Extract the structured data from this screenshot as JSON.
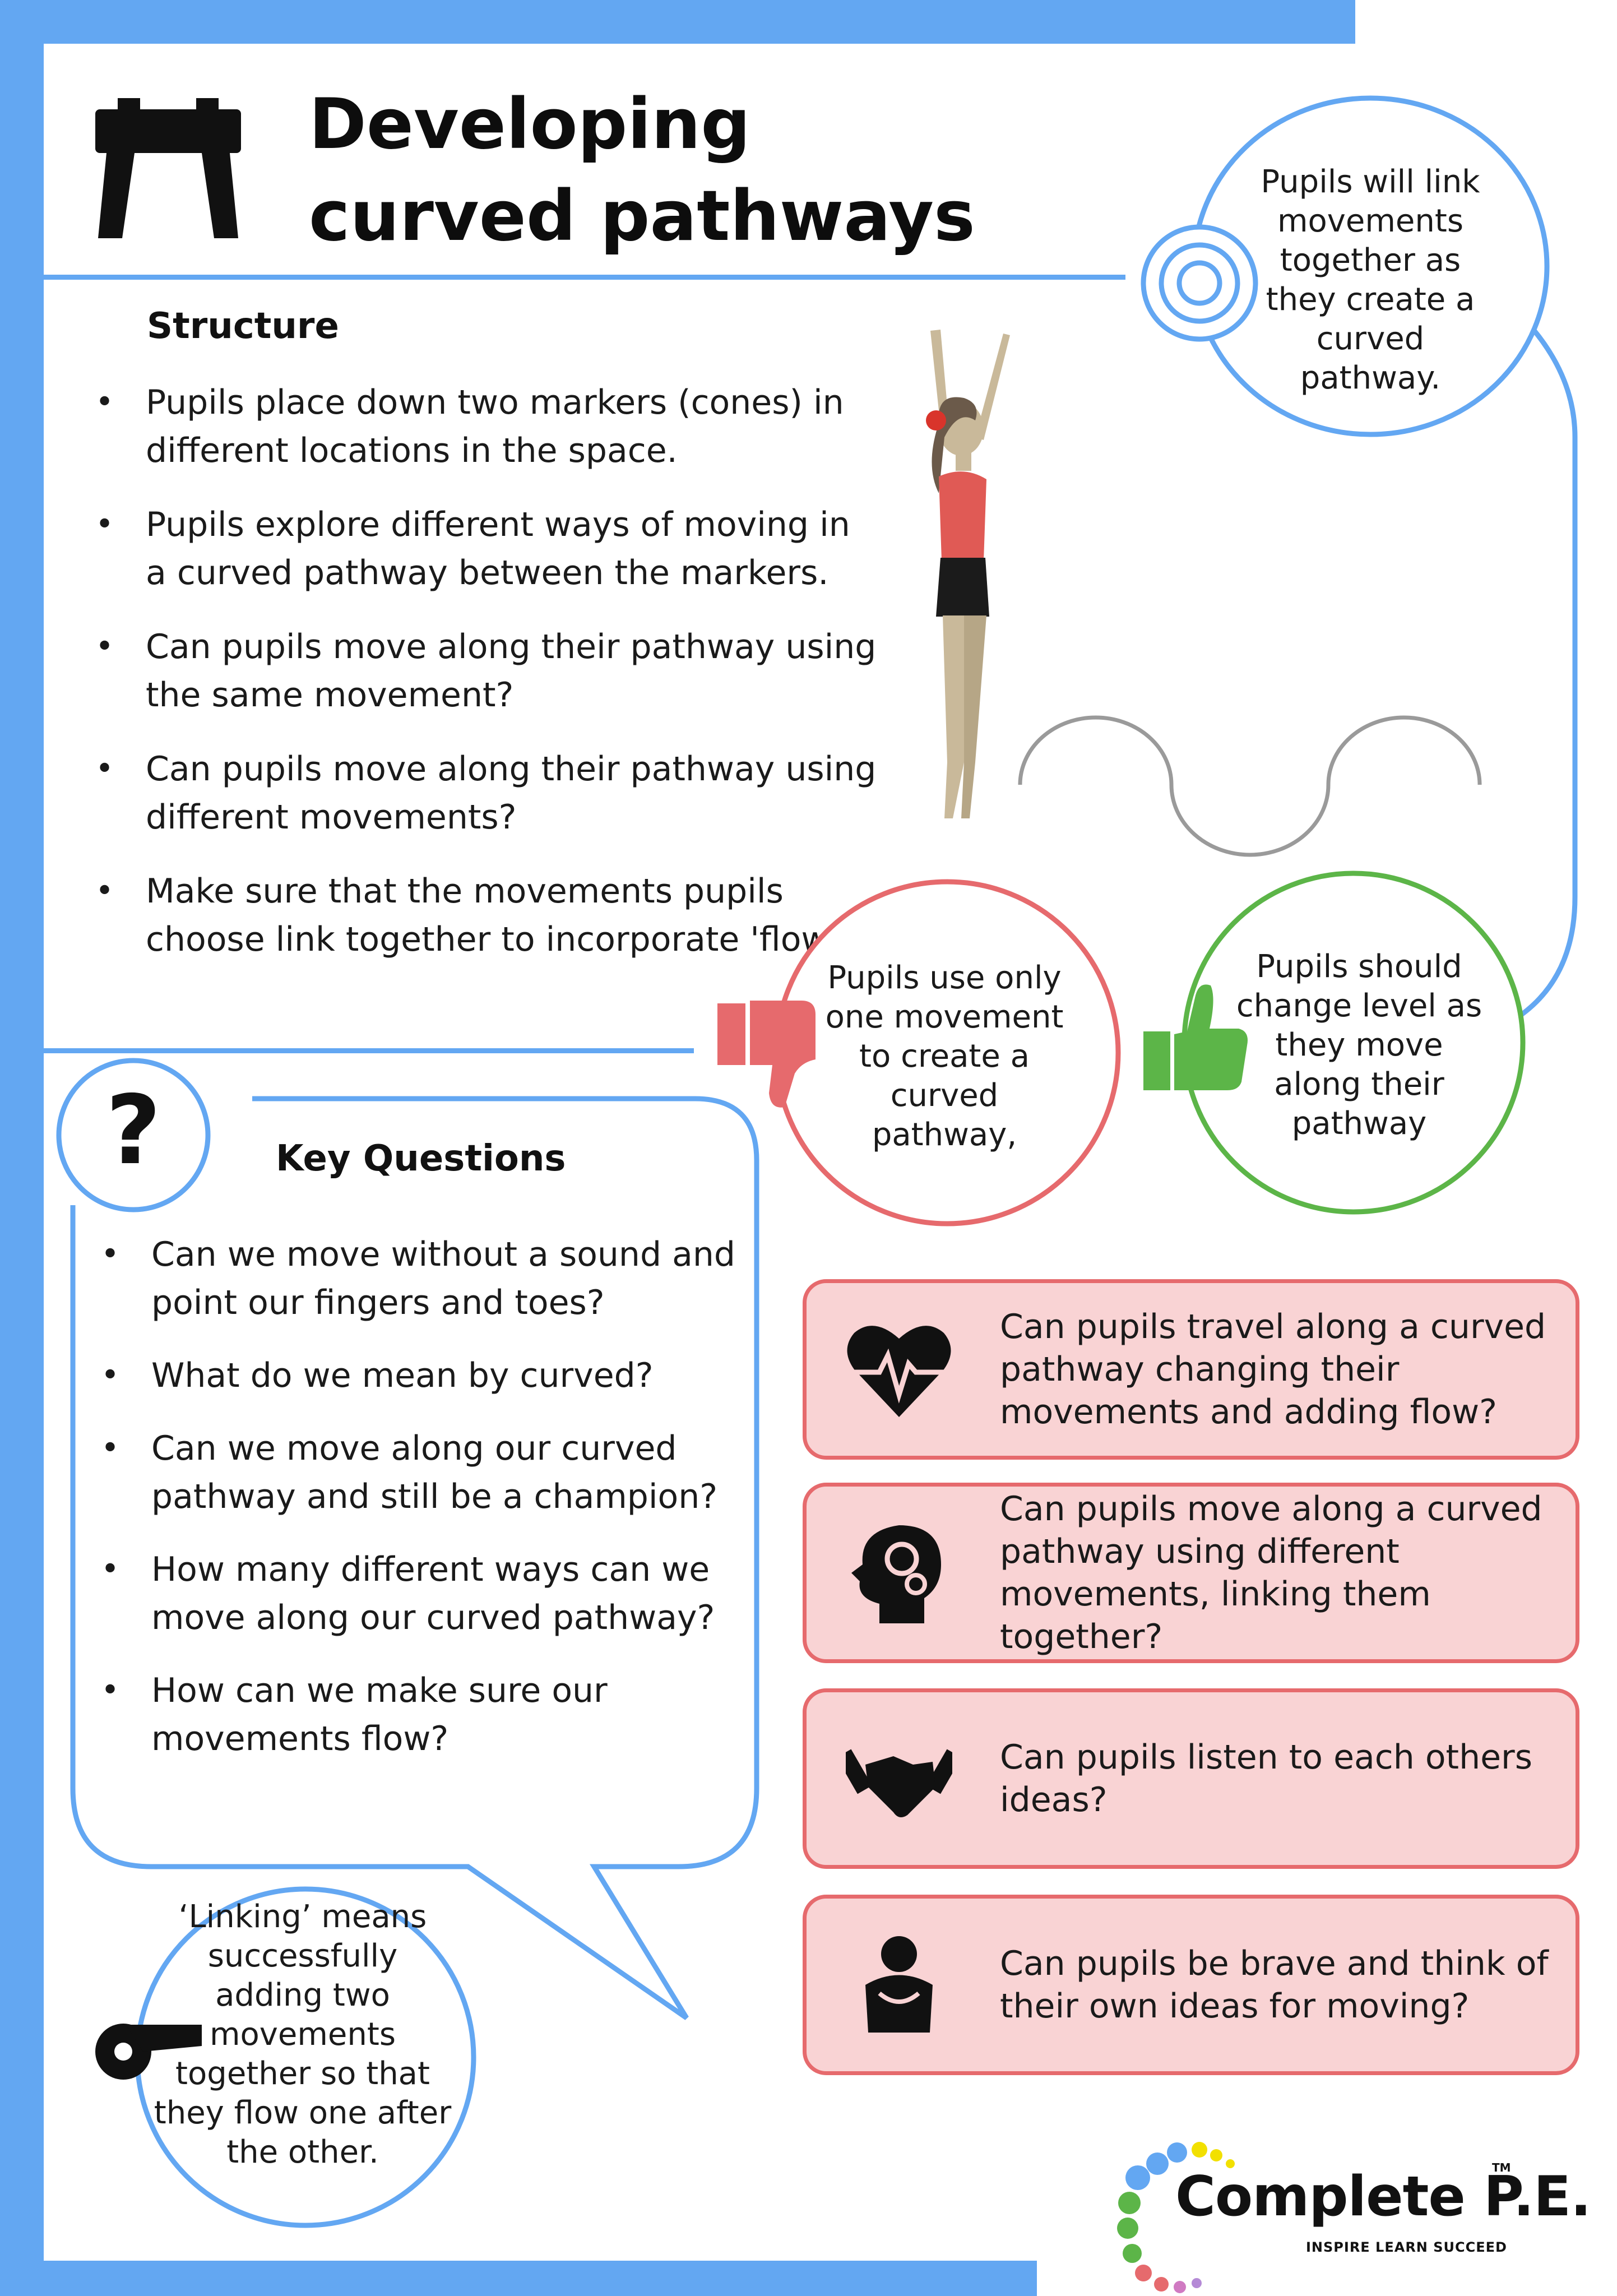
{
  "header": {
    "title": "Developing curved pathways",
    "icon": "gymnastics-vault-box-icon"
  },
  "structure": {
    "heading": "Structure",
    "items": [
      "Pupils place down two markers (cones) in different locations in the space.",
      "Pupils explore different ways of moving in a curved pathway between the markers.",
      "Can pupils move along their pathway using the same movement?",
      "Can pupils move along their pathway using different movements?",
      "Make sure that the movements pupils choose link together to incorporate 'flow."
    ]
  },
  "objective": {
    "icon": "target-icon",
    "text": "Pupils will link movements together as they create a curved pathway."
  },
  "easier": {
    "icon": "thumbs-down-icon",
    "text": "Pupils use only one movement to create a curved pathway,"
  },
  "harder": {
    "icon": "thumbs-up-icon",
    "text": "Pupils should change level as they move along their pathway"
  },
  "key_questions": {
    "icon": "question-mark-icon",
    "heading": "Key Questions",
    "items": [
      "Can we move without a sound and point our fingers and toes?",
      "What do we mean by curved?",
      "Can we move along our curved pathway and still be a champion?",
      "How many different ways can we move along our curved pathway?",
      "How can we make sure our movements flow?"
    ]
  },
  "vocabulary": {
    "icon": "whistle-icon",
    "text": "‘Linking’ means successfully adding two movements together so that they flow one after the other."
  },
  "cards": [
    {
      "icon": "heart-rate-icon",
      "text": "Can pupils travel along a curved pathway changing their movements and adding flow?"
    },
    {
      "icon": "head-gears-icon",
      "text": "Can pupils move along a curved pathway using different movements, linking them together?"
    },
    {
      "icon": "handshake-icon",
      "text": "Can pupils listen to each others ideas?"
    },
    {
      "icon": "brave-person-icon",
      "text": "Can pupils be brave and think of their own ideas for moving?"
    }
  ],
  "logo": {
    "name": "Complete P.E.",
    "tm": "TM",
    "tagline": "INSPIRE LEARN SUCCEED"
  },
  "colors": {
    "frame_blue": "#63a7f2",
    "red_accent": "#e66a6d",
    "card_fill": "#f9d3d4",
    "green_accent": "#5cb548"
  }
}
